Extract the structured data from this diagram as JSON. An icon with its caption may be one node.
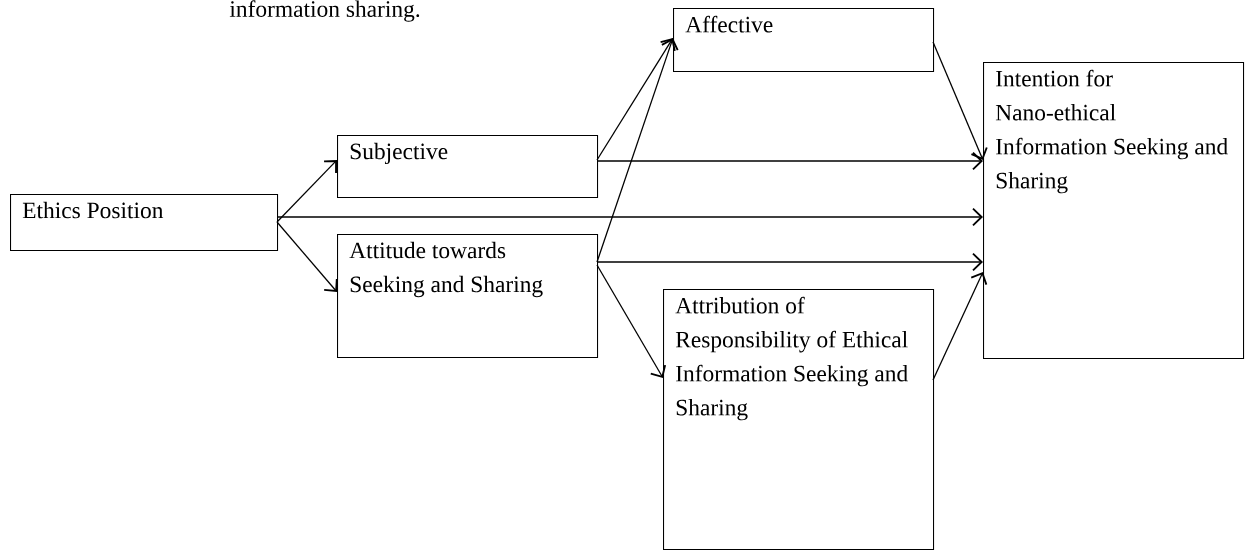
{
  "diagram": {
    "nodes": [
      {
        "text": [
          "Ethics Position"
        ]
      },
      {
        "text": [
          "Subjective"
        ]
      },
      {
        "text": [
          "Attitude towards Seeking and Sharing"
        ]
      },
      {
        "text": [
          "Affective"
        ]
      },
      {
        "text": [
          "Attribution of Responsibility of Ethical Information Seeking and Sharing"
        ]
      },
      {
        "text": [
          "Intention for Nano-ethical Information Seeking and Sharing"
        ]
      }
    ],
    "edges": [
      {
        "from": 0,
        "to": 1,
        "arrow": "to"
      },
      {
        "from": 0,
        "to": 5,
        "arrow": "to"
      },
      {
        "from": 0,
        "to": 2,
        "arrow": "to"
      },
      {
        "from": 1,
        "to": 3,
        "arrow": "to"
      },
      {
        "from": 1,
        "to": 5,
        "arrow": "to"
      },
      {
        "from": 2,
        "to": 3,
        "arrow": "to"
      },
      {
        "from": 2,
        "to": 5,
        "arrow": "to"
      },
      {
        "from": 2,
        "to": 4,
        "arrow": "to"
      },
      {
        "from": 3,
        "to": 5,
        "arrow": "to"
      },
      {
        "from": 4,
        "to": 5,
        "arrow": "to"
      }
    ],
    "labels": [
      "information sharing."
    ]
  }
}
